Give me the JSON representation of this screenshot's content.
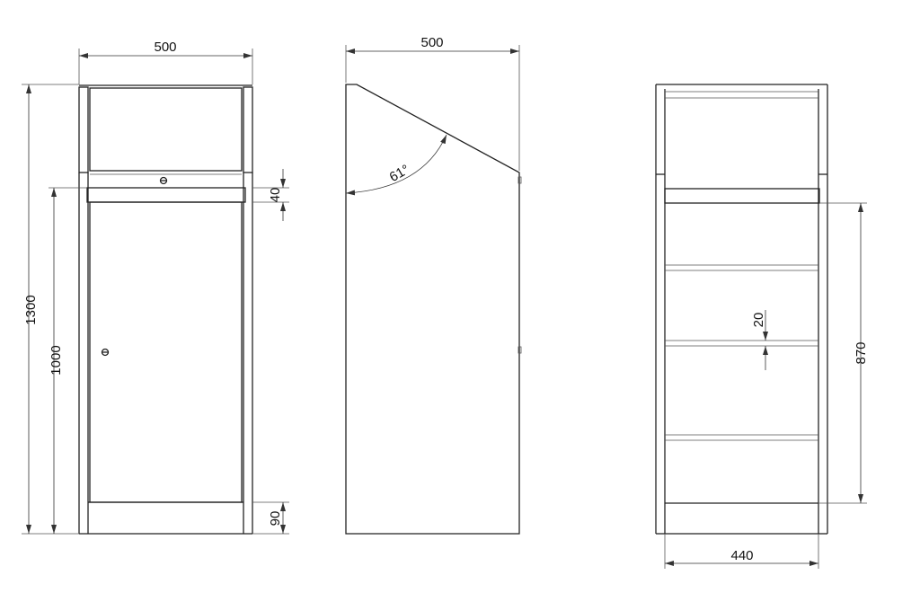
{
  "front_view": {
    "width_label": "500",
    "height_label": "1300",
    "door_height_label": "1000",
    "rail_label": "40",
    "plinth_label": "90"
  },
  "side_view": {
    "depth_label": "500",
    "angle_label": "61°"
  },
  "back_view": {
    "inner_height_label": "870",
    "shelf_label": "20",
    "inner_width_label": "440"
  }
}
